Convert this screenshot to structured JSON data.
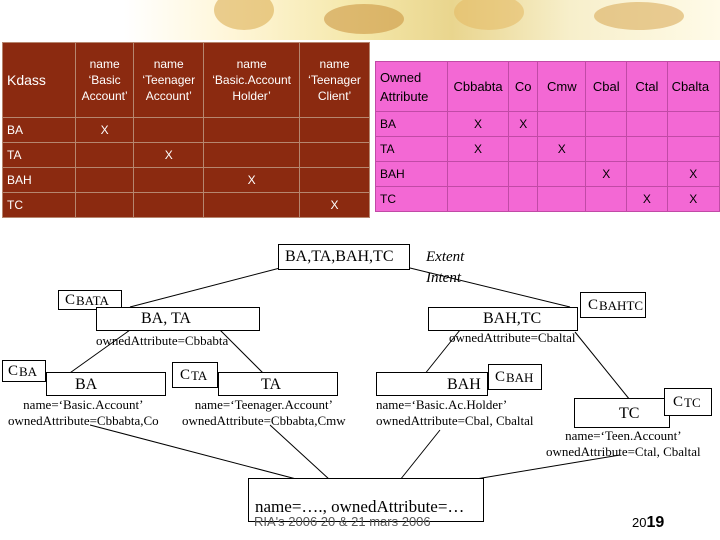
{
  "colors": {
    "left_table_bg": "#8b2a10",
    "right_table_bg": "#f368d4",
    "text_white": "#ffffff"
  },
  "left_table": {
    "corner": "Kdass",
    "headers": [
      [
        "name",
        "‘Basic",
        "Account’"
      ],
      [
        "name",
        "‘Teenager",
        "Account’"
      ],
      [
        "name",
        "‘Basic.Account",
        "Holder’"
      ],
      [
        "name",
        "‘Teenager",
        "Client’"
      ]
    ],
    "rows": [
      {
        "label": "BA",
        "marks": [
          "X",
          "",
          "",
          ""
        ]
      },
      {
        "label": "TA",
        "marks": [
          "",
          "X",
          "",
          ""
        ]
      },
      {
        "label": "BAH",
        "marks": [
          "",
          "",
          "X",
          ""
        ]
      },
      {
        "label": "TC",
        "marks": [
          "",
          "",
          "",
          "X"
        ]
      }
    ]
  },
  "right_table": {
    "corner": [
      "Owned",
      "Attribute"
    ],
    "headers": [
      "Cbbabta",
      "Co",
      "Cmw",
      "Cbal",
      "Ctal",
      "Cbalta"
    ],
    "rows": [
      {
        "label": "BA",
        "marks": [
          "X",
          "X",
          "",
          "",
          "",
          ""
        ]
      },
      {
        "label": "TA",
        "marks": [
          "X",
          "",
          "X",
          "",
          "",
          ""
        ]
      },
      {
        "label": "BAH",
        "marks": [
          "",
          "",
          "",
          "X",
          "",
          "X"
        ]
      },
      {
        "label": "TC",
        "marks": [
          "",
          "",
          "",
          "",
          "X",
          "X"
        ]
      }
    ]
  },
  "lattice": {
    "top_node": "BA,TA,BAH,TC",
    "extent_label": "Extent",
    "intent_label": "Intent",
    "cbata": {
      "tag_main": "C",
      "tag_sub": "BATA",
      "label": "BA, TA",
      "attr": "ownedAttribute=Cbbabta"
    },
    "cbahtc": {
      "tag_main": "C",
      "tag_sub": "BAHTC",
      "label": "BAH,TC",
      "attr": "ownedAttribute=Cbaltal"
    },
    "cba": {
      "tag_main": "C",
      "tag_sub": "BA",
      "label": "BA",
      "attr1": "name=‘Basic.Account’",
      "attr2": "ownedAttribute=Cbbabta,Co"
    },
    "cta": {
      "tag_main": "C",
      "tag_sub": "TA",
      "label": "TA",
      "attr1": "name=‘Teenager.Account’",
      "attr2": "ownedAttribute=Cbbabta,Cmw"
    },
    "cbah": {
      "tag_main": "C",
      "tag_sub": "BAH",
      "label": "BAH",
      "attr1": "name=‘Basic.Ac.Holder’",
      "attr2": "ownedAttribute=Cbal, Cbaltal"
    },
    "ctc": {
      "tag_main": "C",
      "tag_sub": "TC",
      "label": "TC",
      "attr1": "name=‘Teen.Account’",
      "attr2": "ownedAttribute=Ctal, Cbaltal"
    },
    "bottom_node": "name=…., ownedAttribute=…"
  },
  "footer": {
    "text": "RIA's 2006 20 & 21 mars 2006",
    "page_prefix": "20",
    "page_bold": "19"
  }
}
